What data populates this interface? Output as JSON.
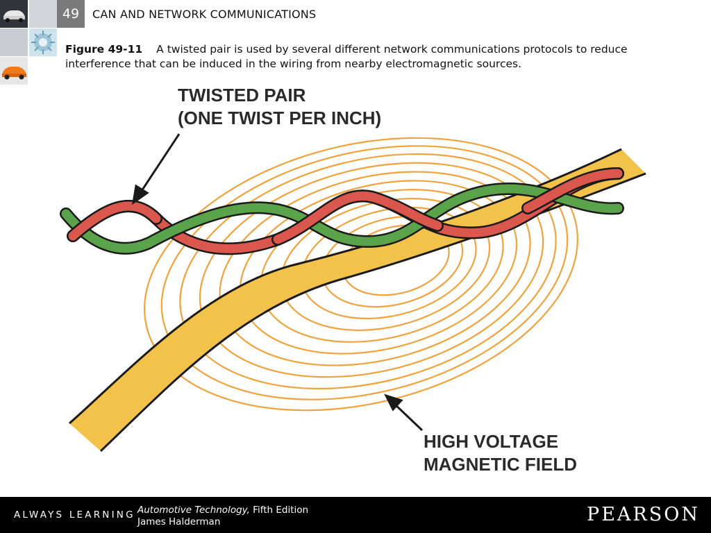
{
  "header": {
    "chapter_number": "49",
    "chapter_title": "CAN AND NETWORK COMMUNICATIONS"
  },
  "caption": {
    "figure_label": "Figure 49-11",
    "text": "A twisted pair is used by several different network communications protocols to reduce interference that can be induced in the wiring from nearby electromagnetic sources."
  },
  "diagram": {
    "label_top_line1": "TWISTED PAIR",
    "label_top_line2": "(ONE TWIST PER INCH)",
    "label_bottom_line1": "HIGH VOLTAGE",
    "label_bottom_line2": "MAGNETIC FIELD",
    "colors": {
      "field_rings": "#f0a23c",
      "conductor": "#f3c24a",
      "wire_red": "#d9574c",
      "wire_green": "#5aa34a",
      "outline": "#1a1a1a"
    }
  },
  "footer": {
    "tagline": "ALWAYS LEARNING",
    "book_title": "Automotive Technology,",
    "book_edition": " Fifth Edition",
    "author": "James Halderman",
    "brand": "PEARSON"
  }
}
